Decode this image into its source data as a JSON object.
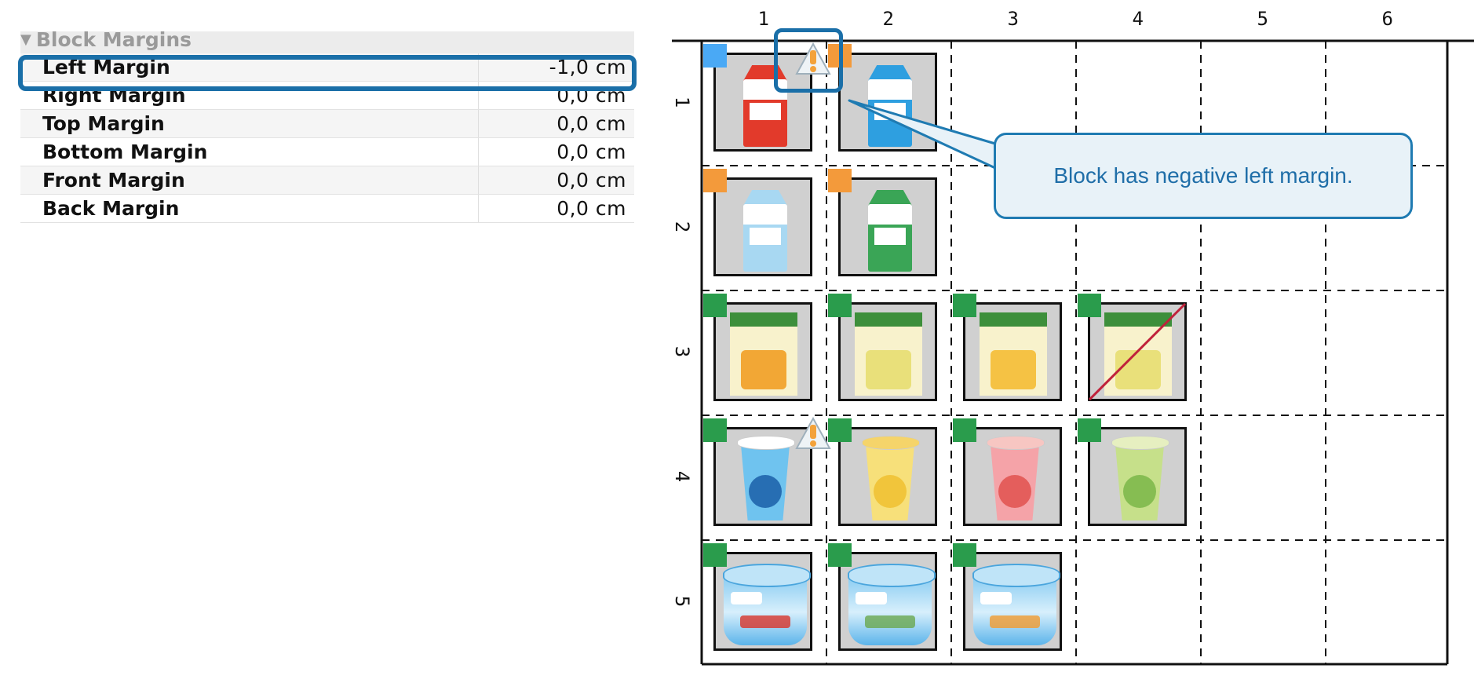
{
  "panel": {
    "section_title": "Block Margins",
    "section_icon": "disclosure-triangle-icon",
    "rows": [
      {
        "name": "Left Margin",
        "value": "-1,0 cm"
      },
      {
        "name": "Right Margin",
        "value": "0,0 cm"
      },
      {
        "name": "Top Margin",
        "value": "0,0 cm"
      },
      {
        "name": "Bottom Margin",
        "value": "0,0 cm"
      },
      {
        "name": "Front Margin",
        "value": "0,0 cm"
      },
      {
        "name": "Back Margin",
        "value": "0,0 cm"
      }
    ],
    "highlighted_row": "Left Margin",
    "highlight_color": "#1a6fa8"
  },
  "shelf": {
    "column_labels": [
      "1",
      "2",
      "3",
      "4",
      "5",
      "6"
    ],
    "row_labels": [
      "1",
      "2",
      "3",
      "4",
      "5"
    ],
    "tag_colors": {
      "blue": "#4aa9f5",
      "orange": "#f39a3b",
      "green": "#2a9c4c"
    },
    "blocks": [
      {
        "row": 1,
        "col": 1,
        "tag": "blue",
        "product": "milk-carton-red"
      },
      {
        "row": 1,
        "col": 2,
        "tag": "orange",
        "product": "milk-carton-blue"
      },
      {
        "row": 2,
        "col": 1,
        "tag": "orange",
        "product": "milk-carton-lightblue"
      },
      {
        "row": 2,
        "col": 2,
        "tag": "orange",
        "product": "milk-carton-green"
      },
      {
        "row": 3,
        "col": 1,
        "tag": "green",
        "product": "cheese-box-orange"
      },
      {
        "row": 3,
        "col": 2,
        "tag": "green",
        "product": "cheese-box-yellow"
      },
      {
        "row": 3,
        "col": 3,
        "tag": "green",
        "product": "cheese-box-dutch"
      },
      {
        "row": 3,
        "col": 4,
        "tag": "green",
        "product": "cheese-box-yellow",
        "crossed_out": true
      },
      {
        "row": 4,
        "col": 1,
        "tag": "green",
        "product": "yogurt-cup-blue"
      },
      {
        "row": 4,
        "col": 2,
        "tag": "green",
        "product": "yogurt-cup-yellow"
      },
      {
        "row": 4,
        "col": 3,
        "tag": "green",
        "product": "yogurt-cup-pink"
      },
      {
        "row": 4,
        "col": 4,
        "tag": "green",
        "product": "yogurt-cup-green"
      },
      {
        "row": 5,
        "col": 1,
        "tag": "green",
        "product": "yogurt-tub-cherry"
      },
      {
        "row": 5,
        "col": 2,
        "tag": "green",
        "product": "yogurt-tub-kiwi"
      },
      {
        "row": 5,
        "col": 3,
        "tag": "green",
        "product": "yogurt-tub-orange"
      }
    ],
    "warnings": [
      {
        "row": 1,
        "col": 1,
        "icon": "warning-icon",
        "highlighted": true
      },
      {
        "row": 4,
        "col": 1,
        "icon": "warning-icon",
        "highlighted": false
      }
    ]
  },
  "callout": {
    "text": "Block has negative left margin.",
    "accent": "#1f7bb2"
  }
}
